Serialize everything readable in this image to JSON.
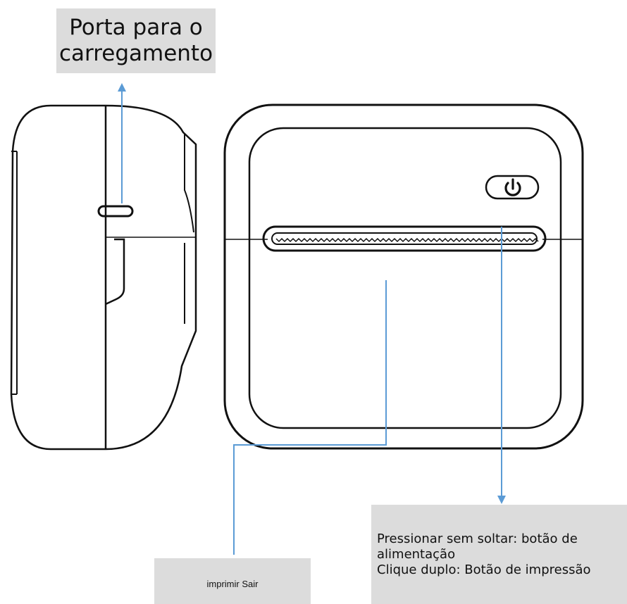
{
  "callouts": {
    "charging_port": {
      "line1": "Porta para o",
      "line2": "carregamento"
    },
    "power_button": {
      "line1": "Pressionar sem soltar: botão de",
      "line2": "alimentação",
      "line3": "Clique duplo: Botão de impressão"
    },
    "print_exit": {
      "text": "imprimir Sair"
    }
  },
  "colors": {
    "arrow": "#5b9bd5",
    "outline": "#111111",
    "label_background": "#dcdcdc"
  },
  "icons": {
    "power": "power-icon"
  }
}
